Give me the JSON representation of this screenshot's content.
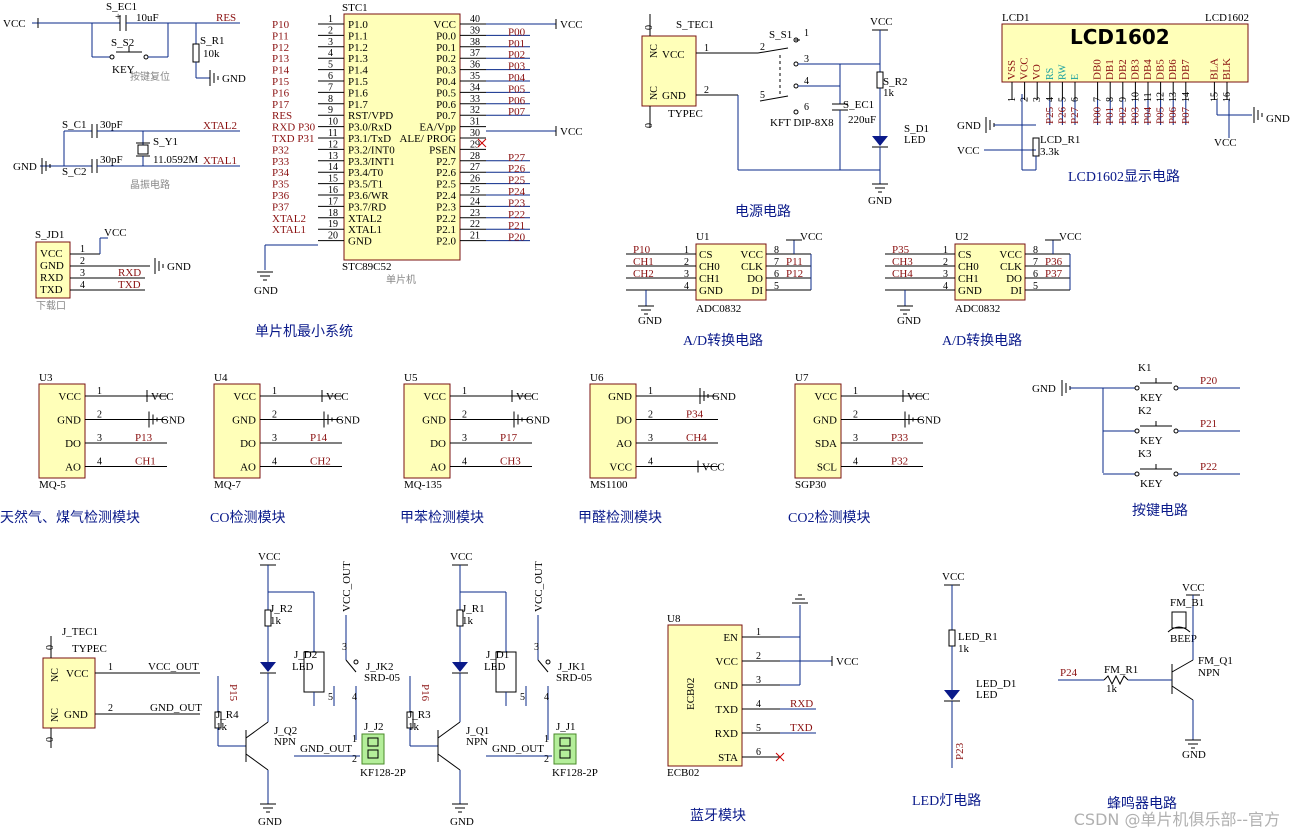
{
  "watermark": "CSDN @单片机俱乐部--官方",
  "sections": {
    "mcu": "单片机最小系统",
    "power": "电源电路",
    "lcd": "LCD1602显示电路",
    "adc1": "A/D转换电路",
    "adc2": "A/D转换电路",
    "mq5": "天然气、煤气检测模块",
    "mq7": "CO检测模块",
    "mq135": "甲苯检测模块",
    "ms1100": "甲醛检测模块",
    "sgp30": "CO2检测模块",
    "keys": "按键电路",
    "bt": "蓝牙模块",
    "led": "LED灯电路",
    "buzzer": "蜂鸣器电路"
  },
  "mcu": {
    "ref": "STC1",
    "part": "STC89C52",
    "sub": "单片机",
    "left_pins": [
      {
        "num": "1",
        "name": "P1.0",
        "net": "P10"
      },
      {
        "num": "2",
        "name": "P1.1",
        "net": "P11"
      },
      {
        "num": "3",
        "name": "P1.2",
        "net": "P12"
      },
      {
        "num": "4",
        "name": "P1.3",
        "net": "P13"
      },
      {
        "num": "5",
        "name": "P1.4",
        "net": "P14"
      },
      {
        "num": "6",
        "name": "P1.5",
        "net": "P15"
      },
      {
        "num": "7",
        "name": "P1.6",
        "net": "P16"
      },
      {
        "num": "8",
        "name": "P1.7",
        "net": "P17"
      },
      {
        "num": "9",
        "name": "RST/VPD",
        "net": "RES"
      },
      {
        "num": "10",
        "name": "P3.0/RxD",
        "net": "RXD P30"
      },
      {
        "num": "11",
        "name": "P3.1/TxD",
        "net": "TXD P31"
      },
      {
        "num": "12",
        "name": "P3.2/INT0",
        "net": "P32"
      },
      {
        "num": "13",
        "name": "P3.3/INT1",
        "net": "P33"
      },
      {
        "num": "14",
        "name": "P3.4/T0",
        "net": "P34"
      },
      {
        "num": "15",
        "name": "P3.5/T1",
        "net": "P35"
      },
      {
        "num": "16",
        "name": "P3.6/WR",
        "net": "P36"
      },
      {
        "num": "17",
        "name": "P3.7/RD",
        "net": "P37"
      },
      {
        "num": "18",
        "name": "XTAL2",
        "net": "XTAL2"
      },
      {
        "num": "19",
        "name": "XTAL1",
        "net": "XTAL1"
      },
      {
        "num": "20",
        "name": "GND",
        "net": ""
      }
    ],
    "right_pins": [
      {
        "num": "40",
        "name": "VCC",
        "net": "VCC"
      },
      {
        "num": "39",
        "name": "P0.0",
        "net": "P00"
      },
      {
        "num": "38",
        "name": "P0.1",
        "net": "P01"
      },
      {
        "num": "37",
        "name": "P0.2",
        "net": "P02"
      },
      {
        "num": "36",
        "name": "P0.3",
        "net": "P03"
      },
      {
        "num": "35",
        "name": "P0.4",
        "net": "P04"
      },
      {
        "num": "34",
        "name": "P0.5",
        "net": "P05"
      },
      {
        "num": "33",
        "name": "P0.6",
        "net": "P06"
      },
      {
        "num": "32",
        "name": "P0.7",
        "net": "P07"
      },
      {
        "num": "31",
        "name": "EA/Vpp",
        "net": "VCC"
      },
      {
        "num": "30",
        "name": "ALE/ PROG",
        "net": ""
      },
      {
        "num": "29",
        "name": "PSEN",
        "net": ""
      },
      {
        "num": "28",
        "name": "P2.7",
        "net": "P27"
      },
      {
        "num": "27",
        "name": "P2.6",
        "net": "P26"
      },
      {
        "num": "26",
        "name": "P2.5",
        "net": "P25"
      },
      {
        "num": "25",
        "name": "P2.4",
        "net": "P24"
      },
      {
        "num": "24",
        "name": "P2.3",
        "net": "P23"
      },
      {
        "num": "23",
        "name": "P2.2",
        "net": "P22"
      },
      {
        "num": "22",
        "name": "P2.1",
        "net": "P21"
      },
      {
        "num": "21",
        "name": "P2.0",
        "net": "P20"
      }
    ],
    "gnd": "GND"
  },
  "reset": {
    "cap": "S_EC1",
    "cap_val": "10uF",
    "sw": "S_S2",
    "sw_val": "KEY",
    "res": "S_R1",
    "res_val": "10k",
    "vcc": "VCC",
    "net": "RES",
    "gnd": "GND",
    "note": "按键复位"
  },
  "crystal": {
    "c1": "S_C1",
    "c1_val": "30pF",
    "c2": "S_C2",
    "c2_val": "30pF",
    "y": "S_Y1",
    "y_val": "11.0592M",
    "x2": "XTAL2",
    "x1": "XTAL1",
    "gnd": "GND",
    "note": "晶振电路"
  },
  "download": {
    "ref": "S_JD1",
    "pins": [
      "VCC",
      "GND",
      "RXD",
      "TXD"
    ],
    "nums": [
      "1",
      "2",
      "3",
      "4"
    ],
    "nets": [
      "VCC",
      "GND",
      "RXD",
      "TXD"
    ],
    "note": "下载口"
  },
  "power": {
    "ref": "S_TEC1",
    "part": "TYPEC",
    "p_vcc": "VCC",
    "p_gnd": "GND",
    "nc": "NC",
    "n1": "1",
    "n2": "2",
    "zero": "0",
    "sw": "S_S1",
    "sw_val": "KFT DIP-8X8",
    "cap": "S_EC1",
    "cap_val": "220uF",
    "res": "S_R2",
    "res_val": "1k",
    "led": "S_D1",
    "led_val": "LED",
    "vcc": "VCC",
    "gnd": "GND",
    "sw_nums": [
      "1",
      "2",
      "3",
      "4",
      "5",
      "6"
    ]
  },
  "lcd": {
    "ref": "LCD1",
    "part": "LCD1602",
    "title": "LCD1602",
    "pins": [
      "VSS",
      "VCC",
      "VO",
      "RS",
      "RW",
      "E",
      "DB0",
      "DB1",
      "DB2",
      "DB3",
      "DB4",
      "DB5",
      "DB6",
      "DB7",
      "BLA",
      "BLK"
    ],
    "nums": [
      "1",
      "2",
      "3",
      "4",
      "5",
      "6",
      "7",
      "8",
      "9",
      "10",
      "11",
      "12",
      "13",
      "14",
      "15",
      "16"
    ],
    "nets": [
      "P25",
      "P26",
      "P27",
      "P00",
      "P01",
      "P02",
      "P03",
      "P04",
      "P05",
      "P06",
      "P07"
    ],
    "res": "LCD_R1",
    "res_val": "3.3k",
    "vcc": "VCC",
    "gnd": "GND"
  },
  "adc1": {
    "ref": "U1",
    "part": "ADC0832",
    "left": [
      "CS",
      "CH0",
      "CH1",
      "GND"
    ],
    "right": [
      "VCC",
      "CLK",
      "DO",
      "DI"
    ],
    "lnum": [
      "1",
      "2",
      "3",
      "4"
    ],
    "rnum": [
      "8",
      "7",
      "6",
      "5"
    ],
    "lnet": [
      "P10",
      "CH1",
      "CH2",
      ""
    ],
    "rnet": [
      "",
      "P11",
      "P12",
      ""
    ],
    "vcc": "VCC",
    "gnd": "GND"
  },
  "adc2": {
    "ref": "U2",
    "part": "ADC0832",
    "left": [
      "CS",
      "CH0",
      "CH1",
      "GND"
    ],
    "right": [
      "VCC",
      "CLK",
      "DO",
      "DI"
    ],
    "lnum": [
      "1",
      "2",
      "3",
      "4"
    ],
    "rnum": [
      "8",
      "7",
      "6",
      "5"
    ],
    "lnet": [
      "P35",
      "CH3",
      "CH4",
      ""
    ],
    "rnet": [
      "",
      "P36",
      "P37",
      ""
    ],
    "vcc": "VCC",
    "gnd": "GND"
  },
  "sensors": [
    {
      "ref": "U3",
      "part": "MQ-5",
      "pins": [
        "VCC",
        "GND",
        "DO",
        "AO"
      ],
      "nets": [
        "VCC",
        "GND",
        "P13",
        "CH1"
      ]
    },
    {
      "ref": "U4",
      "part": "MQ-7",
      "pins": [
        "VCC",
        "GND",
        "DO",
        "AO"
      ],
      "nets": [
        "VCC",
        "GND",
        "P14",
        "CH2"
      ]
    },
    {
      "ref": "U5",
      "part": "MQ-135",
      "pins": [
        "VCC",
        "GND",
        "DO",
        "AO"
      ],
      "nets": [
        "VCC",
        "GND",
        "P17",
        "CH3"
      ]
    },
    {
      "ref": "U6",
      "part": "MS1100",
      "pins": [
        "GND",
        "DO",
        "AO",
        "VCC"
      ],
      "nets": [
        "GND",
        "P34",
        "CH4",
        "VCC"
      ]
    },
    {
      "ref": "U7",
      "part": "SGP30",
      "pins": [
        "VCC",
        "GND",
        "SDA",
        "SCL"
      ],
      "nets": [
        "VCC",
        "GND",
        "P33",
        "P32"
      ]
    }
  ],
  "keys": {
    "gnd": "GND",
    "items": [
      {
        "ref": "K1",
        "val": "KEY",
        "net": "P20"
      },
      {
        "ref": "K2",
        "val": "KEY",
        "net": "P21"
      },
      {
        "ref": "K3",
        "val": "KEY",
        "net": "P22"
      }
    ]
  },
  "tec2": {
    "ref": "J_TEC1",
    "part": "TYPEC",
    "p_vcc": "VCC",
    "p_gnd": "GND",
    "nc": "NC",
    "zero": "0",
    "n1": "1",
    "n2": "2",
    "net1": "VCC_OUT",
    "net2": "GND_OUT"
  },
  "relay2": {
    "vcc": "VCC",
    "res": "J_R2",
    "res_val": "1k",
    "led": "J_D2",
    "led_val": "LED",
    "relay": "J_JK2",
    "relay_val": "SRD-05",
    "out": "VCC_OUT",
    "ctrl": "P15",
    "rb": "J_R4",
    "rb_val": "1k",
    "q": "J_Q2",
    "q_val": "NPN",
    "gndout": "GND_OUT",
    "conn": "J_J2",
    "conn_val": "KF128-2P",
    "gnd": "GND",
    "nums": [
      "3",
      "4",
      "5",
      "1",
      "2"
    ]
  },
  "relay1": {
    "vcc": "VCC",
    "res": "J_R1",
    "res_val": "1k",
    "led": "J_D1",
    "led_val": "LED",
    "relay": "J_JK1",
    "relay_val": "SRD-05",
    "out": "VCC_OUT",
    "ctrl": "P16",
    "rb": "J_R3",
    "rb_val": "1k",
    "q": "J_Q1",
    "q_val": "NPN",
    "gndout": "GND_OUT",
    "conn": "J_J1",
    "conn_val": "KF128-2P",
    "gnd": "GND",
    "nums": [
      "3",
      "4",
      "5",
      "1",
      "2"
    ]
  },
  "bt": {
    "ref": "U8",
    "part": "ECB02",
    "body": "ECB02",
    "pins": [
      "EN",
      "VCC",
      "GND",
      "TXD",
      "RXD",
      "STA"
    ],
    "nums": [
      "1",
      "2",
      "3",
      "4",
      "5",
      "6"
    ],
    "nets": [
      "",
      "VCC",
      "",
      "RXD",
      "TXD",
      ""
    ]
  },
  "ledc": {
    "vcc": "VCC",
    "res": "LED_R1",
    "res_val": "1k",
    "led": "LED_D1",
    "led_val": "LED",
    "net": "P23"
  },
  "buz": {
    "vcc": "VCC",
    "ref": "FM_B1",
    "val": "BEEP",
    "res": "FM_R1",
    "res_val": "1k",
    "net": "P24",
    "q": "FM_Q1",
    "q_val": "NPN",
    "gnd": "GND"
  }
}
